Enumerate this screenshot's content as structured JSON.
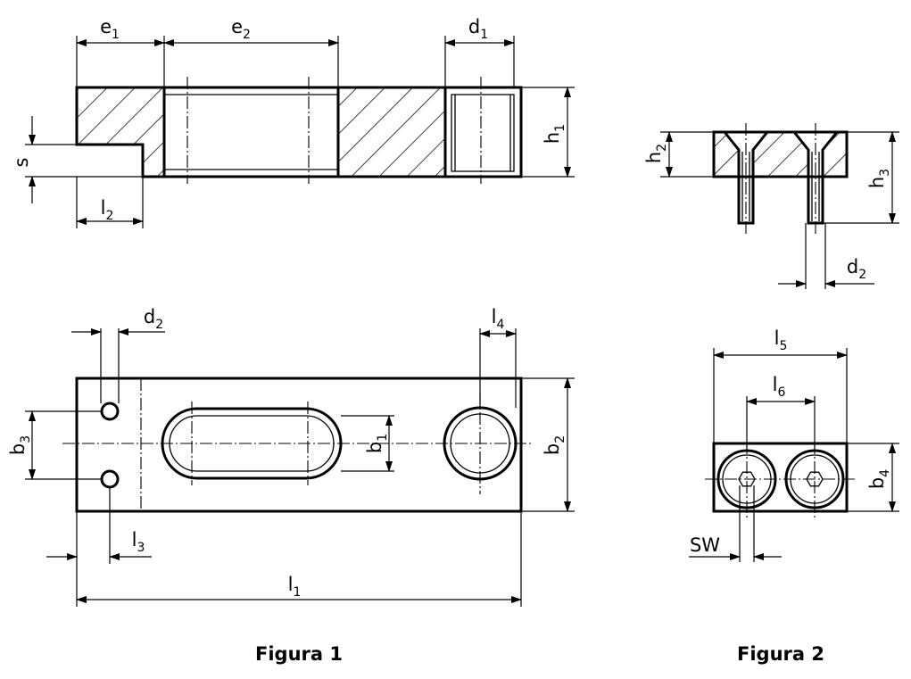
{
  "figure1": {
    "caption": "Figura 1",
    "labels": {
      "e1": {
        "base": "e",
        "sub": "1"
      },
      "e2": {
        "base": "e",
        "sub": "2"
      },
      "d1": {
        "base": "d",
        "sub": "1"
      },
      "h1": {
        "base": "h",
        "sub": "1"
      },
      "s": {
        "base": "s",
        "sub": ""
      },
      "l2": {
        "base": "l",
        "sub": "2"
      },
      "d2": {
        "base": "d",
        "sub": "2"
      },
      "l4": {
        "base": "l",
        "sub": "4"
      },
      "b3": {
        "base": "b",
        "sub": "3"
      },
      "b1": {
        "base": "b",
        "sub": "1"
      },
      "b2": {
        "base": "b",
        "sub": "2"
      },
      "l3": {
        "base": "l",
        "sub": "3"
      },
      "l1": {
        "base": "l",
        "sub": "1"
      }
    }
  },
  "figure2": {
    "caption": "Figura 2",
    "labels": {
      "h2": {
        "base": "h",
        "sub": "2"
      },
      "h3": {
        "base": "h",
        "sub": "3"
      },
      "d2": {
        "base": "d",
        "sub": "2"
      },
      "l5": {
        "base": "l",
        "sub": "5"
      },
      "l6": {
        "base": "l",
        "sub": "6"
      },
      "b4": {
        "base": "b",
        "sub": "4"
      },
      "sw": {
        "base": "SW",
        "sub": ""
      }
    }
  }
}
